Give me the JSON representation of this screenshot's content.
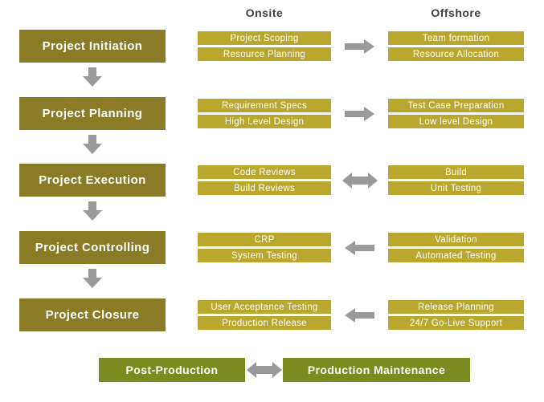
{
  "columns": {
    "onsite_header": "Onsite",
    "offshore_header": "Offshore"
  },
  "colors": {
    "phase_box": "#8b7b26",
    "task_box": "#b9a72e",
    "bottom_box": "#7c8b1f",
    "arrow": "#9a9a9a",
    "header_text": "#3f3f3f",
    "box_text": "#ffffff"
  },
  "rows": [
    {
      "phase": "Project Initiation",
      "onsite": [
        "Project Scoping",
        "Resource Planning"
      ],
      "offshore": [
        "Team formation",
        "Resource Allocation"
      ],
      "arrow": "right"
    },
    {
      "phase": "Project Planning",
      "onsite": [
        "Requirement Specs",
        "High Level Design"
      ],
      "offshore": [
        "Test Case Preparation",
        "Low level Design"
      ],
      "arrow": "right"
    },
    {
      "phase": "Project Execution",
      "onsite": [
        "Code Reviews",
        "Build Reviews"
      ],
      "offshore": [
        "Build",
        "Unit Testing"
      ],
      "arrow": "both"
    },
    {
      "phase": "Project Controlling",
      "onsite": [
        "CRP",
        "System Testing"
      ],
      "offshore": [
        "Validation",
        "Automated Testing"
      ],
      "arrow": "left"
    },
    {
      "phase": "Project Closure",
      "onsite": [
        "User Acceptance Testing",
        "Production Release"
      ],
      "offshore": [
        "Release Planning",
        "24/7 Go-Live Support"
      ],
      "arrow": "left"
    }
  ],
  "bottom": {
    "left": "Post-Production",
    "right": "Production Maintenance",
    "arrow": "both"
  }
}
